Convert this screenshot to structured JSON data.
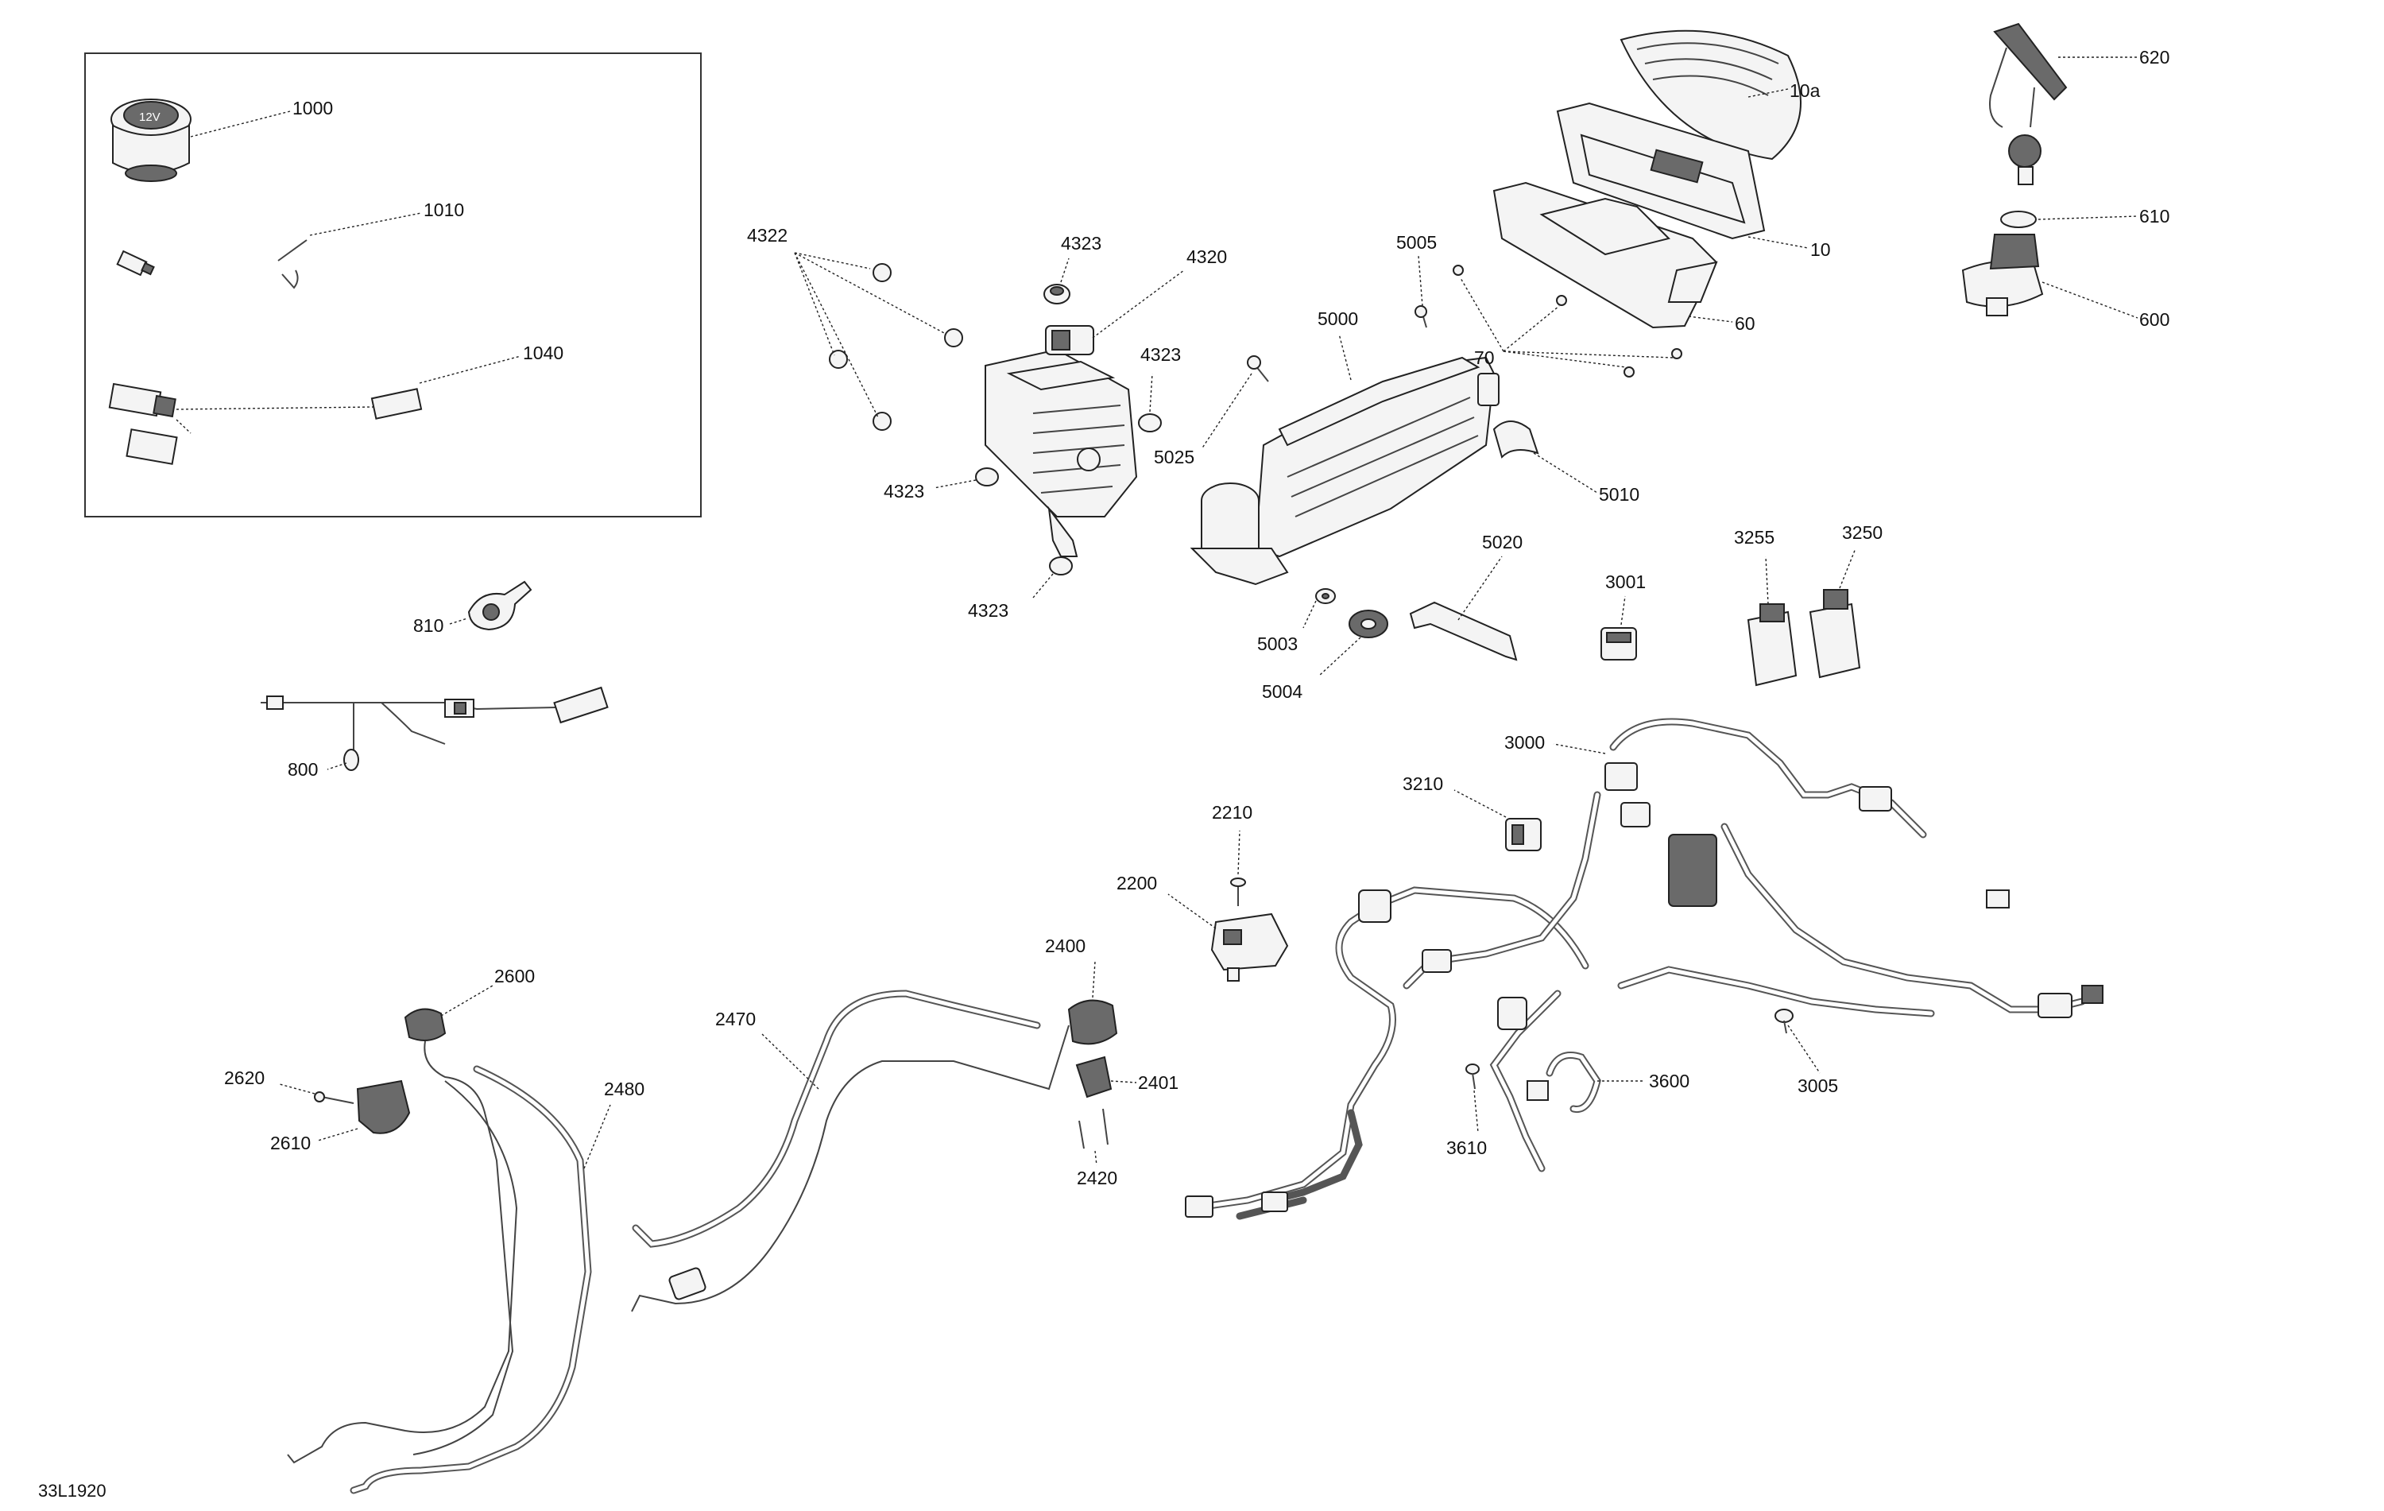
{
  "figure_id": "33L1920",
  "callouts": {
    "c1000": "1000",
    "c1010": "1010",
    "c1040": "1040",
    "c4322": "4322",
    "c4323a": "4323",
    "c4320": "4320",
    "c4323b": "4323",
    "c4323c": "4323",
    "c4323d": "4323",
    "c5025": "5025",
    "c5000": "5000",
    "c5005": "5005",
    "c70": "70",
    "c10a": "10a",
    "c10": "10",
    "c60": "60",
    "c620": "620",
    "c610": "610",
    "c600": "600",
    "c5010": "5010",
    "c5020": "5020",
    "c5003": "5003",
    "c5004": "5004",
    "c3001": "3001",
    "c3255": "3255",
    "c3250": "3250",
    "c810": "810",
    "c800": "800",
    "c3000": "3000",
    "c3210": "3210",
    "c2210": "2210",
    "c2200": "2200",
    "c2400": "2400",
    "c2401": "2401",
    "c2420": "2420",
    "c2470": "2470",
    "c2480": "2480",
    "c2600": "2600",
    "c2620": "2620",
    "c2610": "2610",
    "c3600": "3600",
    "c3610": "3610",
    "c3005": "3005"
  },
  "socket_label": "12V"
}
